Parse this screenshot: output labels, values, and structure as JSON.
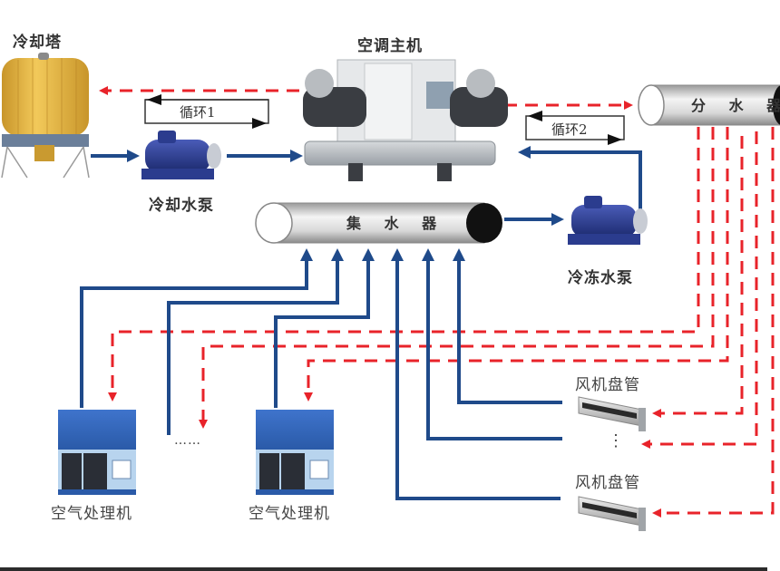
{
  "title": "中央空调水系统示意图",
  "colors": {
    "supply_water": "#e8232a",
    "return_water": "#1f4a8a",
    "loop_arrow": "#111111",
    "header_pipe": "#d8d8d8",
    "cooling_tower": "#e8b93a",
    "pump": "#2b3c8e",
    "ahu_blue": "#3c6fc2"
  },
  "components": {
    "cooling_tower": {
      "label": "冷却塔",
      "icon": "cooling-tower-icon"
    },
    "chiller": {
      "label": "空调主机",
      "icon": "chiller-icon"
    },
    "cooling_pump": {
      "label": "冷却水泵",
      "icon": "pump-icon"
    },
    "chilled_pump": {
      "label": "冷冻水泵",
      "icon": "pump-icon"
    },
    "supply_header": {
      "label": "分 水 器"
    },
    "return_header": {
      "label": "集 水 器"
    },
    "ahu_1": {
      "label": "空气处理机",
      "icon": "air-handling-unit-icon"
    },
    "ahu_2": {
      "label": "空气处理机",
      "icon": "air-handling-unit-icon"
    },
    "ahu_ellipsis": "……",
    "fcu_1": {
      "label": "风机盘管",
      "icon": "fan-coil-unit-icon"
    },
    "fcu_2": {
      "label": "风机盘管",
      "icon": "fan-coil-unit-icon"
    },
    "fcu_ellipsis": "⋮"
  },
  "loops": {
    "loop1": "循环1",
    "loop2": "循环2"
  }
}
